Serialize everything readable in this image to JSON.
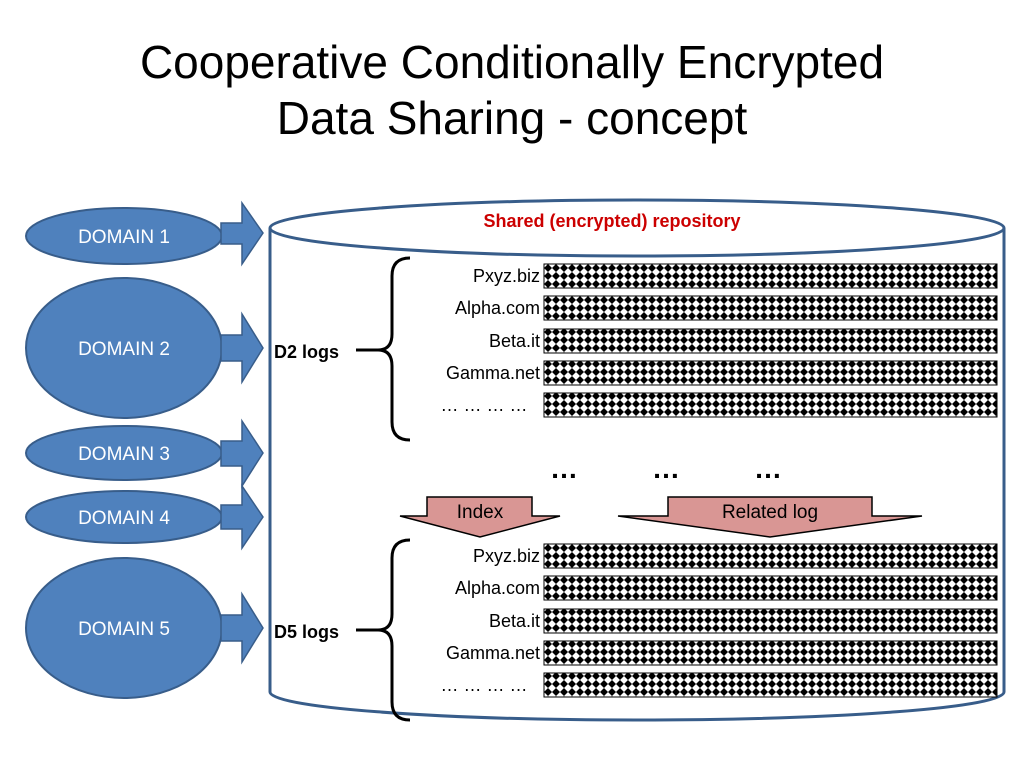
{
  "slide": {
    "title_line1": "Cooperative Conditionally Encrypted",
    "title_line2": "Data Sharing - concept"
  },
  "repository": {
    "label": "Shared (encrypted) repository",
    "label_color": "#cc0000",
    "ellipsis_marks": [
      "…",
      "…",
      "…"
    ]
  },
  "domains": [
    {
      "label": "DOMAIN 1"
    },
    {
      "label": "DOMAIN 2"
    },
    {
      "label": "DOMAIN 3"
    },
    {
      "label": "DOMAIN 4"
    },
    {
      "label": "DOMAIN 5"
    }
  ],
  "log_groups": [
    {
      "label": "D2 logs",
      "entries": [
        "Pxyz.biz",
        "Alpha.com",
        "Beta.it",
        "Gamma.net",
        "… … … …"
      ]
    },
    {
      "label": "D5 logs",
      "entries": [
        "Pxyz.biz",
        "Alpha.com",
        "Beta.it",
        "Gamma.net",
        "… … … …"
      ]
    }
  ],
  "pointers": {
    "index_label": "Index",
    "related_label": "Related log"
  },
  "colors": {
    "domain_fill": "#4f81bd",
    "domain_stroke": "#385d8a",
    "cylinder_stroke": "#385d8a",
    "pointer_fill": "#d99694"
  }
}
